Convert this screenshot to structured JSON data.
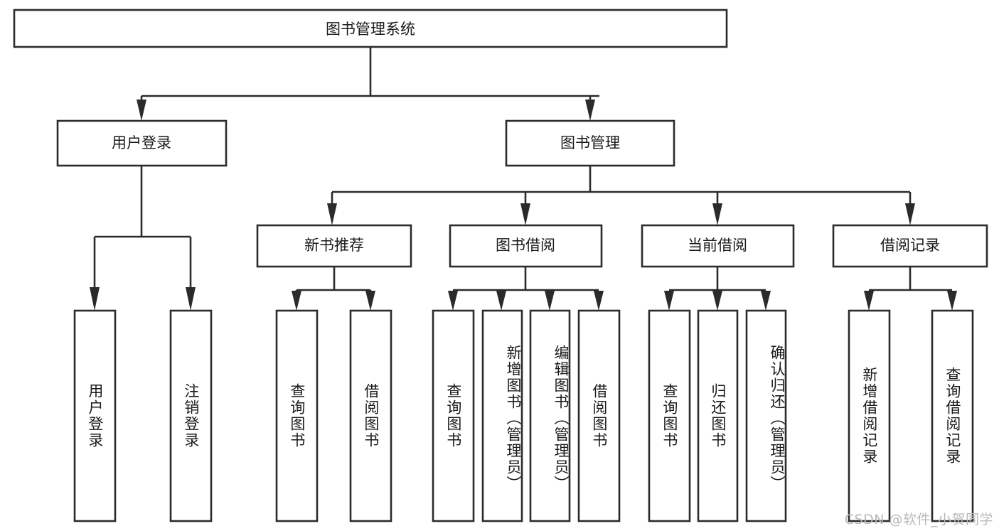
{
  "diagram": {
    "type": "tree-hierarchy",
    "title": "图书管理系统",
    "orientation": "top-down",
    "root": {
      "label": "图书管理系统",
      "children": [
        {
          "label": "用户登录",
          "children": [
            {
              "label": "用户登录"
            },
            {
              "label": "注销登录"
            }
          ]
        },
        {
          "label": "图书管理",
          "children": [
            {
              "label": "新书推荐",
              "children": [
                {
                  "label": "查询图书"
                },
                {
                  "label": "借阅图书"
                }
              ]
            },
            {
              "label": "图书借阅",
              "children": [
                {
                  "label": "查询图书"
                },
                {
                  "label": "新增图书（管理员）"
                },
                {
                  "label": "编辑图书（管理员）"
                },
                {
                  "label": "借阅图书"
                }
              ]
            },
            {
              "label": "当前借阅",
              "children": [
                {
                  "label": "查询图书"
                },
                {
                  "label": "归还图书"
                },
                {
                  "label": "确认归还（管理员）"
                }
              ]
            },
            {
              "label": "借阅记录",
              "children": [
                {
                  "label": "新增借阅记录"
                },
                {
                  "label": "查询借阅记录"
                }
              ]
            }
          ]
        }
      ]
    },
    "nodes": {
      "root": "图书管理系统",
      "l2_user_login": "用户登录",
      "l2_book_manage": "图书管理",
      "l3_new_book": "新书推荐",
      "l3_borrow": "图书借阅",
      "l3_current": "当前借阅",
      "l3_record": "借阅记录",
      "leaf_user_login": "用户登录",
      "leaf_logout": "注销登录",
      "leaf_nb_query": "查询图书",
      "leaf_nb_borrow": "借阅图书",
      "leaf_bb_query": "查询图书",
      "leaf_bb_add": "新增图书（管理员）",
      "leaf_bb_edit": "编辑图书（管理员）",
      "leaf_bb_borrow": "借阅图书",
      "leaf_cb_query": "查询图书",
      "leaf_cb_return": "归还图书",
      "leaf_cb_confirm": "确认归还（管理员）",
      "leaf_br_add": "新增借阅记录",
      "leaf_br_query": "查询借阅记录"
    },
    "colors": {
      "box_stroke": "#2b2b2b",
      "box_fill": "#ffffff",
      "text": "#1a1a1a",
      "connector": "#2b2b2b",
      "background": "#ffffff",
      "watermark": "#b9b9b9"
    }
  },
  "watermark": {
    "text": "CSDN @软件_小贺同学"
  }
}
